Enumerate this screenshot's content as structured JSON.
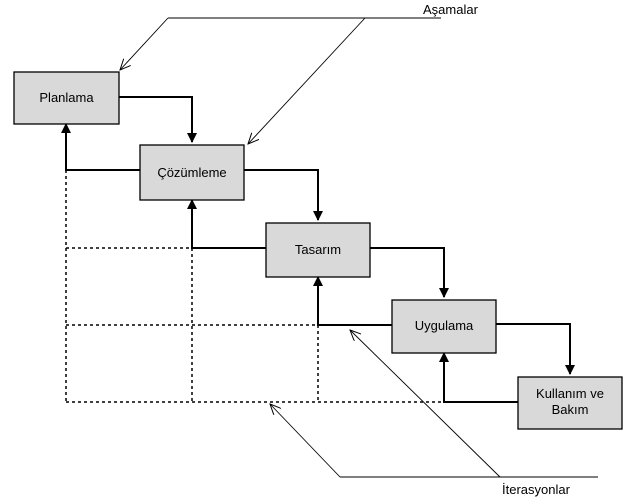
{
  "phases_annotation": "Aşamalar",
  "iterations_annotation": "İterasyonlar",
  "nodes": {
    "planlama": "Planlama",
    "cozumleme": "Çözümleme",
    "tasarim": "Tasarım",
    "uygulama": "Uygulama",
    "kullanim_line1": "Kullanım ve",
    "kullanim_line2": "Bakım"
  },
  "colors": {
    "node_fill": "#d9d9d9",
    "stroke": "#000000",
    "background": "#ffffff"
  }
}
